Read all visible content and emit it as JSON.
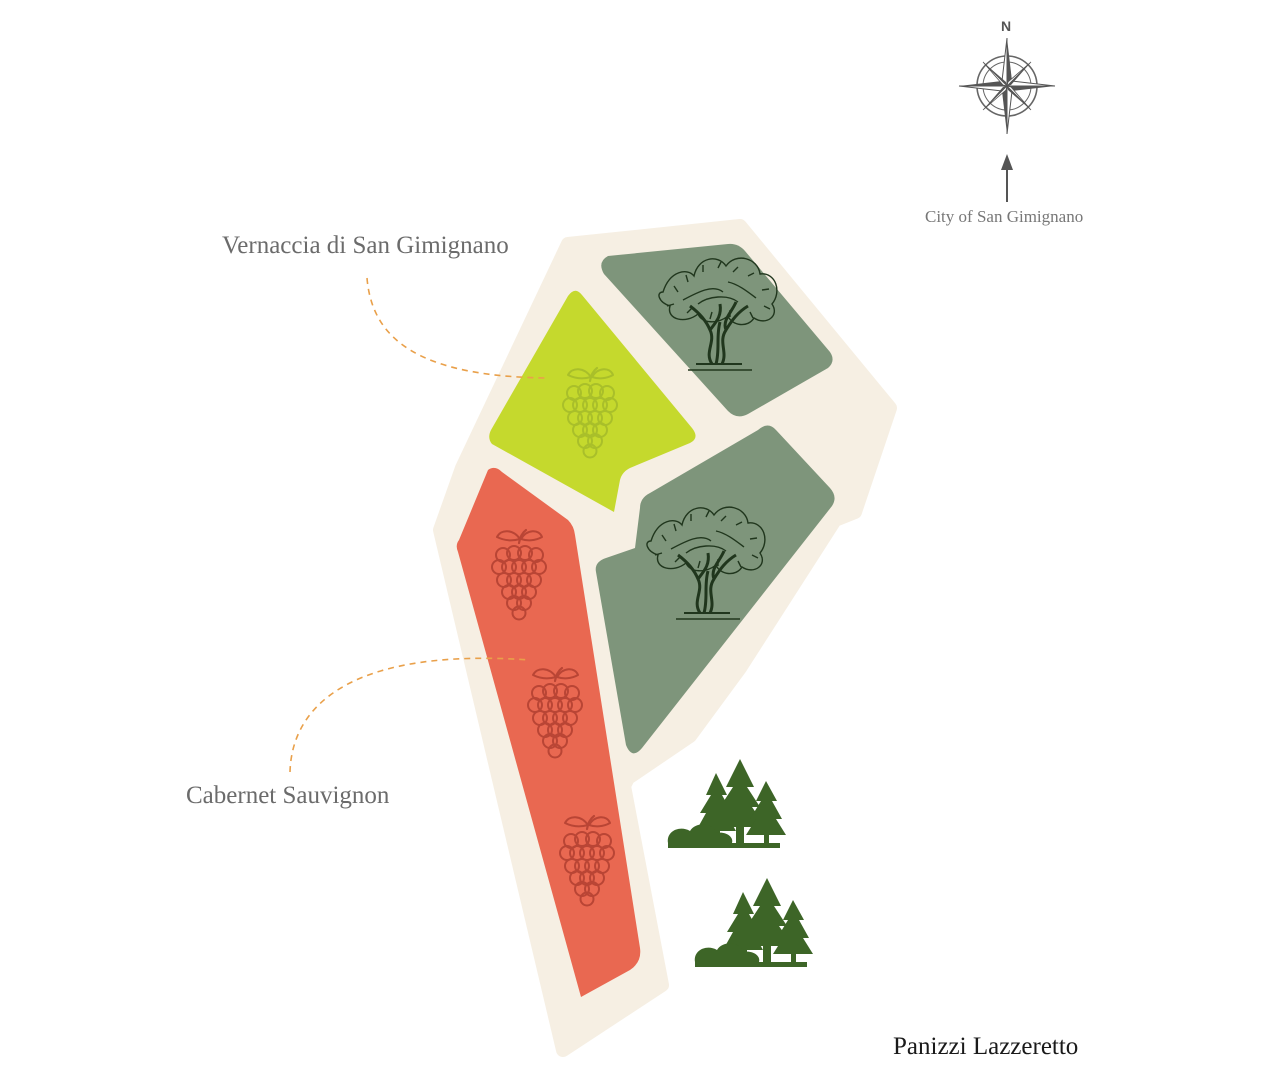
{
  "compass": {
    "north_label": "N",
    "icon": "compass-rose-icon"
  },
  "direction": {
    "city_label": "City of San Gimignano",
    "icon": "arrow-up-icon"
  },
  "legend": {
    "vernaccia_label": "Vernaccia di San Gimignano",
    "cabernet_label": "Cabernet Sauvignon"
  },
  "estate": {
    "name": "Panizzi Lazzeretto"
  },
  "colors": {
    "background": "#ffffff",
    "estate_outline": "#f6efe3",
    "vernaccia": "#c5d92d",
    "cabernet": "#e96851",
    "olive_grove": "#7e957b",
    "forest": "#3d6527",
    "leader_line": "#e9a04a"
  },
  "parcels": [
    {
      "name": "olive-grove-north",
      "icon": "olive-tree-icon"
    },
    {
      "name": "olive-grove-south",
      "icon": "olive-tree-icon"
    },
    {
      "name": "vernaccia-vineyard",
      "icon": "grape-icon"
    },
    {
      "name": "cabernet-vineyard",
      "icon": "grape-icon",
      "count": 3
    }
  ],
  "forests": [
    {
      "name": "forest-1",
      "icon": "pine-trees-icon"
    },
    {
      "name": "forest-2",
      "icon": "pine-trees-icon"
    }
  ]
}
